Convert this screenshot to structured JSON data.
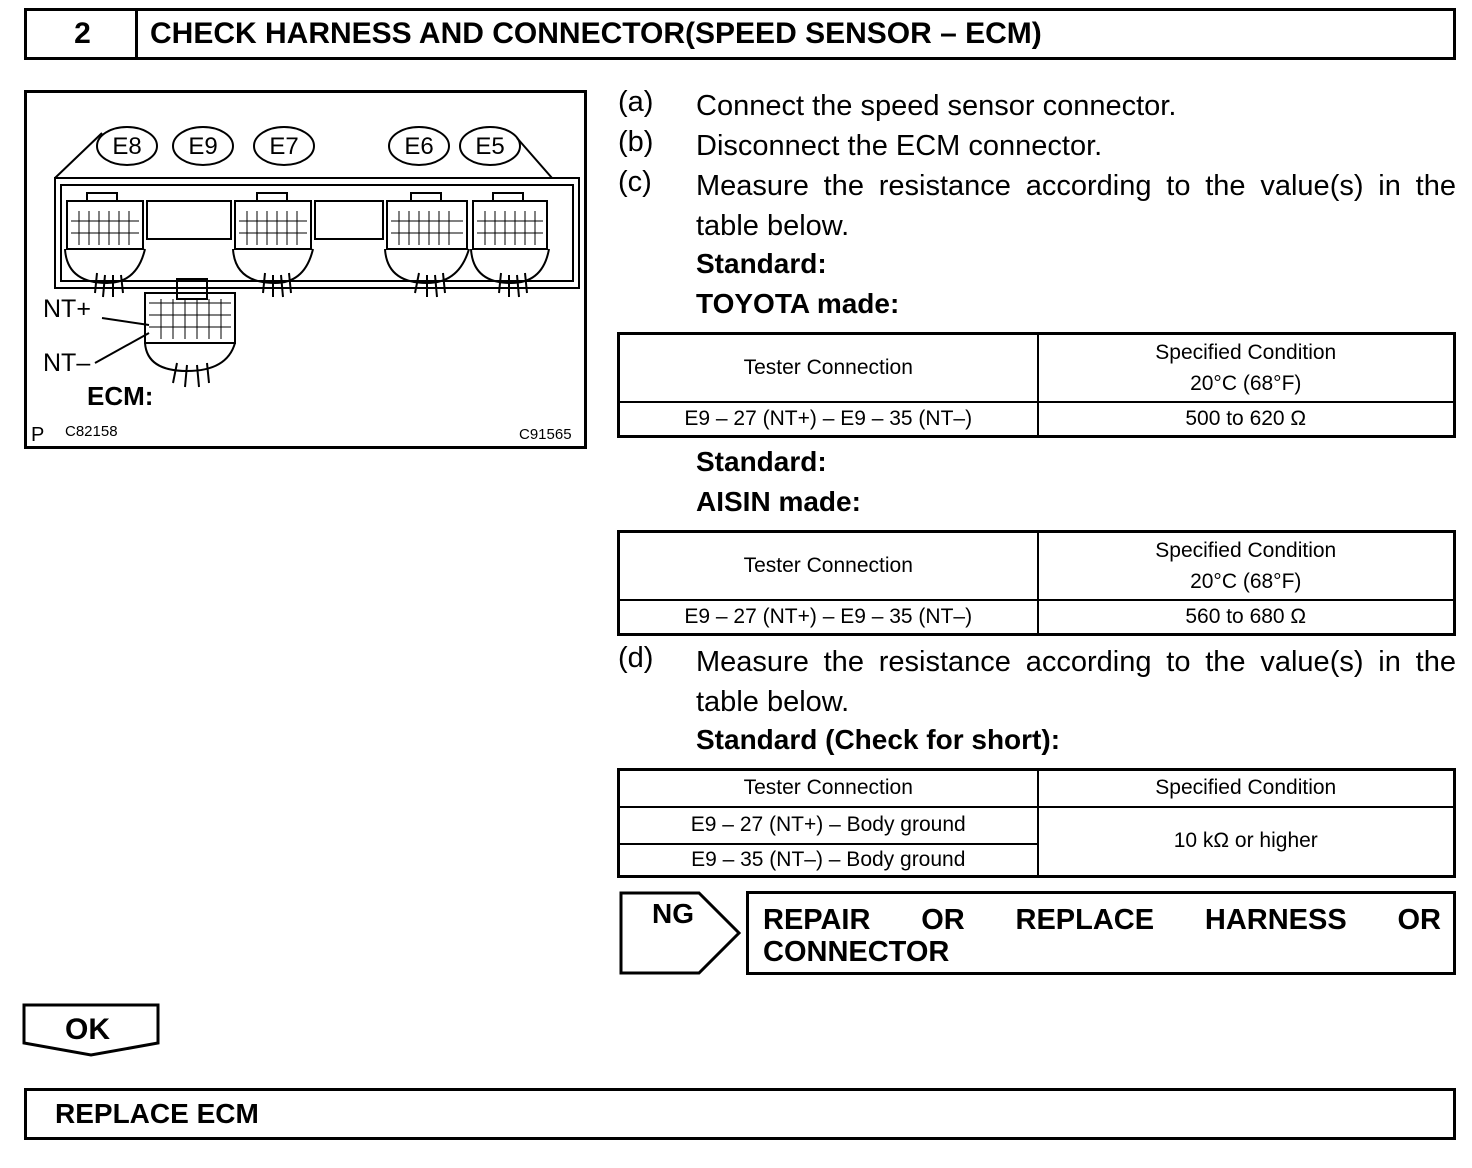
{
  "header": {
    "step_number": "2",
    "title": "CHECK HARNESS AND CONNECTOR(SPEED SENSOR – ECM)"
  },
  "figure": {
    "connectors": [
      "E8",
      "E9",
      "E7",
      "E6",
      "E5"
    ],
    "pin_plus": "NT+",
    "pin_minus": "NT–",
    "ecm_label": "ECM:",
    "corner_p": "P",
    "code_left": "C82158",
    "code_right": "C91565"
  },
  "steps": [
    {
      "label": "(a)",
      "text": "Connect the speed sensor connector."
    },
    {
      "label": "(b)",
      "text": "Disconnect the ECM connector."
    },
    {
      "label": "(c)",
      "text": "Measure the resistance according to the value(s) in the table below."
    },
    {
      "label": "(d)",
      "text": "Measure the resistance according to the value(s) in the table below."
    }
  ],
  "toyota": {
    "standard": "Standard:",
    "made": "TOYOTA made:",
    "col1": "Tester Connection",
    "col2_line1": "Specified Condition",
    "col2_line2": "20°C (68°F)",
    "connection": "E9 – 27 (NT+) – E9 – 35 (NT–)",
    "value": "500 to 620 Ω"
  },
  "aisin": {
    "standard": "Standard:",
    "made": "AISIN made:",
    "col1": "Tester Connection",
    "col2_line1": "Specified Condition",
    "col2_line2": "20°C (68°F)",
    "connection": "E9 – 27 (NT+) – E9 – 35 (NT–)",
    "value": "560 to 680 Ω"
  },
  "short": {
    "standard": "Standard (Check for short):",
    "col1": "Tester Connection",
    "col2": "Specified Condition",
    "row1": "E9 – 27 (NT+) – Body ground",
    "row2": "E9 – 35 (NT–) – Body ground",
    "value": "10 kΩ or higher"
  },
  "ng": {
    "label": "NG",
    "action_words": [
      "REPAIR",
      "OR",
      "REPLACE",
      "HARNESS",
      "OR"
    ],
    "action_line2": "CONNECTOR"
  },
  "ok": {
    "label": "OK"
  },
  "final": {
    "action": "REPLACE ECM"
  }
}
